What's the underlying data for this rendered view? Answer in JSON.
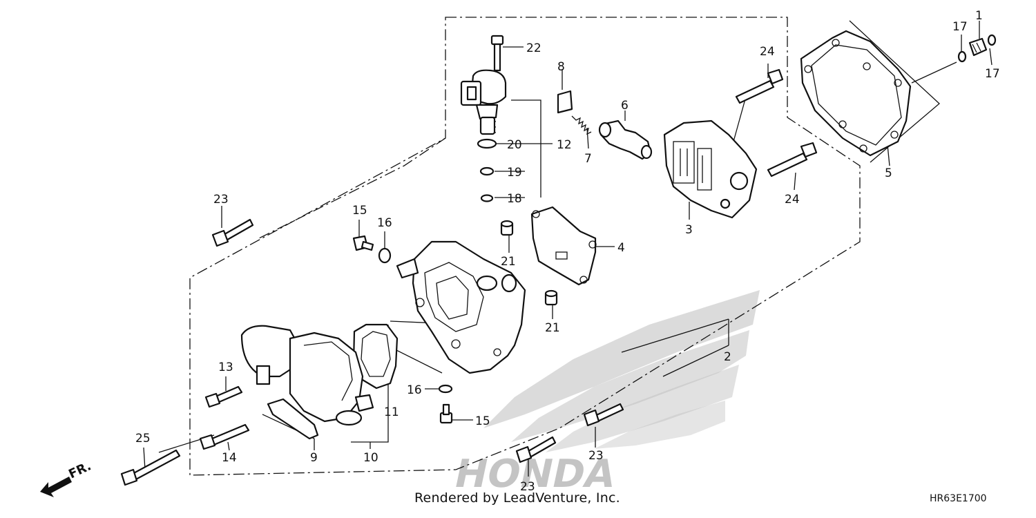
{
  "diagram": {
    "labels": [
      "1",
      "2",
      "3",
      "4",
      "5",
      "6",
      "7",
      "8",
      "9",
      "10",
      "11",
      "12",
      "13",
      "14",
      "15",
      "15",
      "16",
      "16",
      "17",
      "17",
      "18",
      "19",
      "20",
      "21",
      "21",
      "22",
      "23",
      "23",
      "23",
      "24",
      "24",
      "25"
    ],
    "front_marker": "FR.",
    "watermark": "HONDA"
  },
  "footer": {
    "credit": "Rendered by LeadVenture, Inc.",
    "diagram_code": "HR63E1700"
  },
  "colors": {
    "line": "#111111",
    "watermark": "#bdbdbd",
    "background": "#ffffff"
  }
}
